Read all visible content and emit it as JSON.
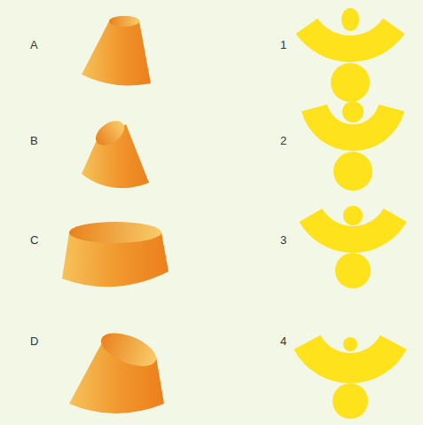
{
  "diagram": {
    "labels": [
      "A",
      "B",
      "C",
      "D",
      "1",
      "2",
      "3",
      "4"
    ]
  }
}
